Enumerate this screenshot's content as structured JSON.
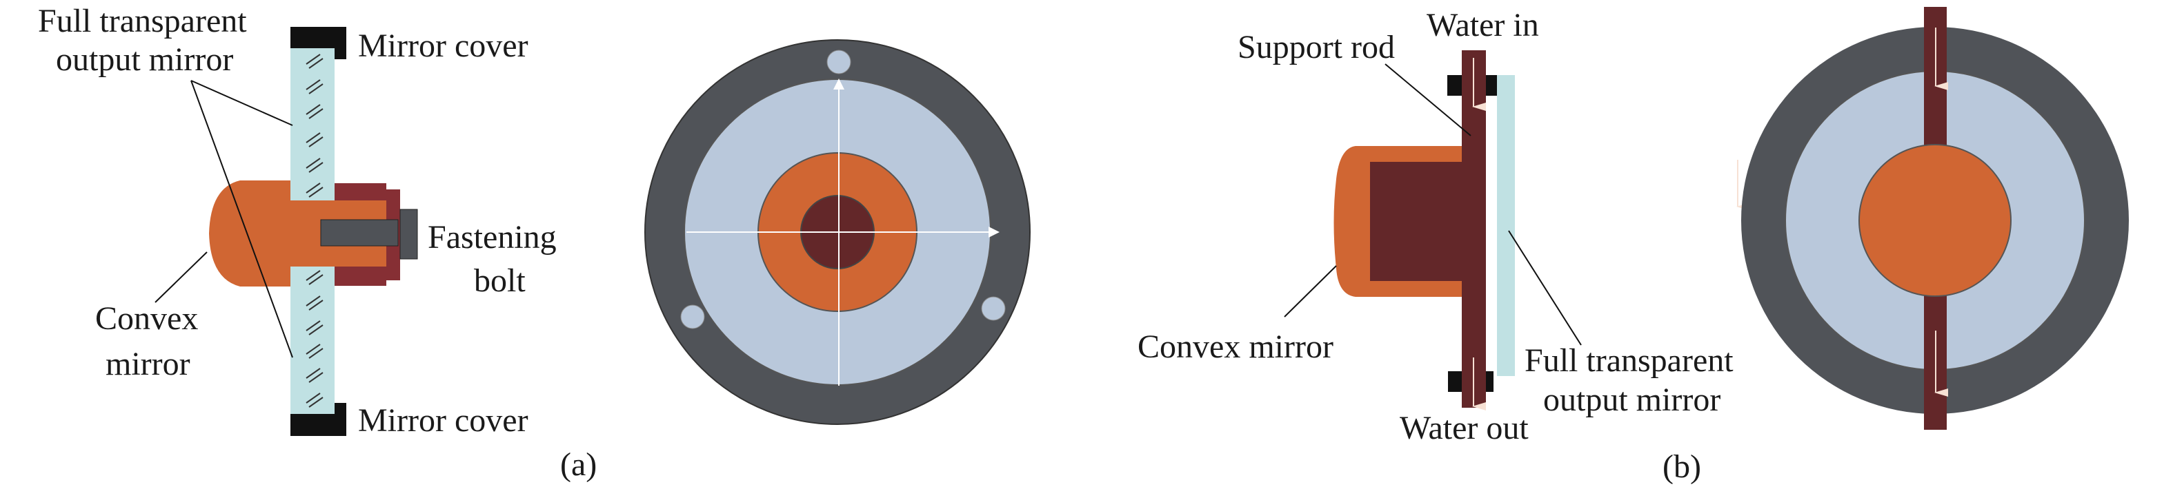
{
  "panel_a": {
    "label": "(a)",
    "labels": {
      "output_mirror_line1": "Full transparent",
      "output_mirror_line2": "output mirror",
      "mirror_cover_top": "Mirror cover",
      "mirror_cover_bottom": "Mirror cover",
      "fastening_bolt_line1": "Fastening",
      "fastening_bolt_line2": "bolt",
      "convex_mirror_line1": "Convex",
      "convex_mirror_line2": "mirror"
    }
  },
  "panel_b": {
    "label": "(b)",
    "labels": {
      "water_in": "Water in",
      "support_rod": "Support rod",
      "convex_mirror": "Convex mirror",
      "water_out": "Water out",
      "output_mirror_line1": "Full transparent",
      "output_mirror_line2": "output mirror"
    }
  },
  "colors": {
    "glass": "#c0e1e3",
    "copper": "#d06633",
    "maroon": "#862f34",
    "dark_maroon": "#632729",
    "cover": "#111111",
    "bolt": "#4f5257",
    "ring": "#505358",
    "disk": "#b9c8db"
  }
}
